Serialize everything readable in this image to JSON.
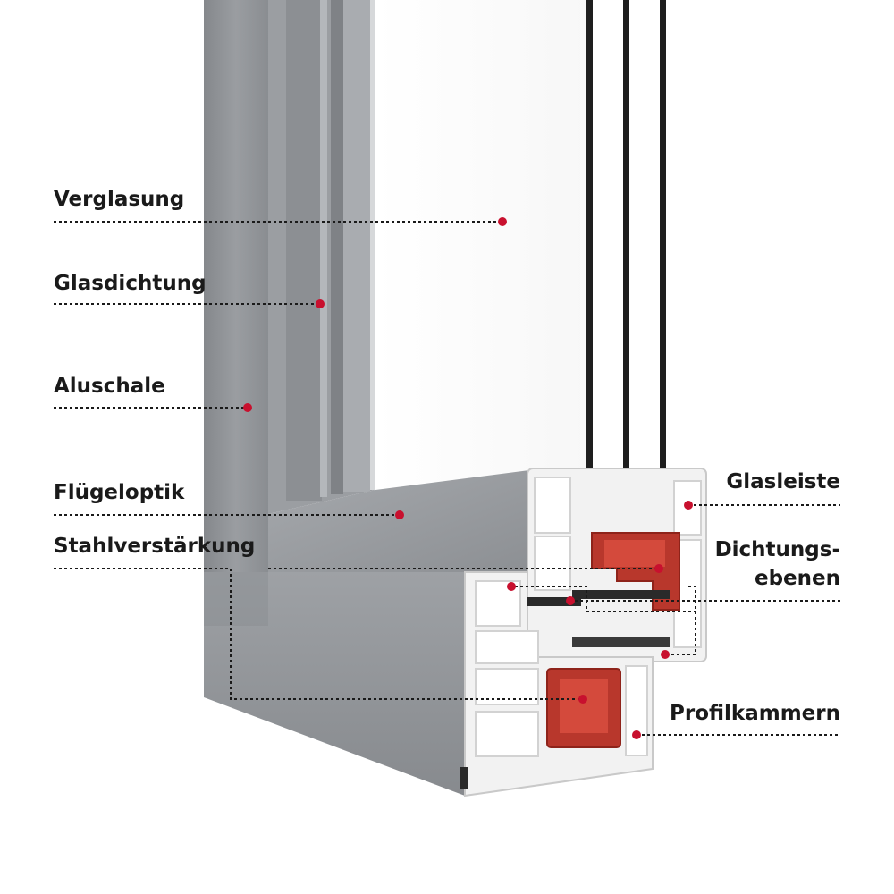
{
  "colors": {
    "marker": "#c8102e",
    "leader_line": "#1a1a1a",
    "aluminium": "#8f9296",
    "pvc": "#f2f2f2",
    "steel_reinforcement": "#b8372c",
    "glass_spacer_black": "#1e1e1e"
  },
  "labels": {
    "verglasung": "Verglasung",
    "glasdichtung": "Glasdichtung",
    "aluschale": "Aluschale",
    "fluegeloptik": "Flügeloptik",
    "stahlverstaerkung": "Stahlverstärkung",
    "glasleiste": "Glasleiste",
    "dichtungsebenen_line1": "Dichtungs-",
    "dichtungsebenen_line2": "ebenen",
    "profilkammern": "Profilkammern"
  }
}
